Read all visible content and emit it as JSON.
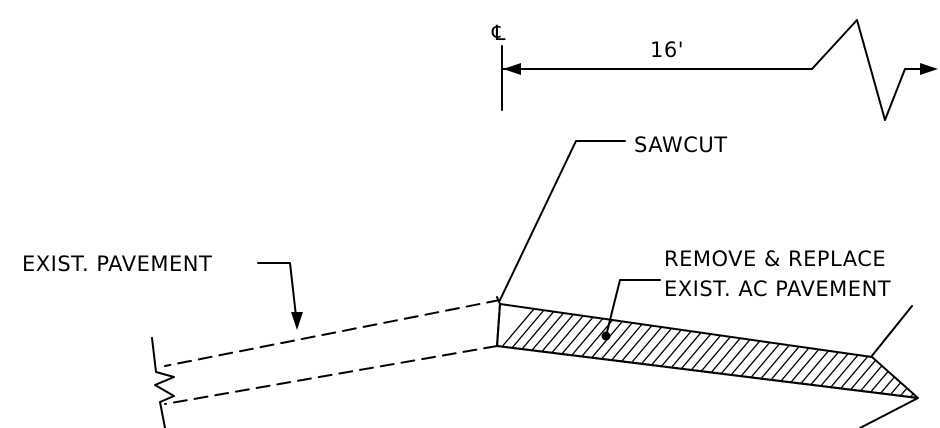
{
  "centerline_symbol": "℄",
  "dimension": {
    "value": "16'"
  },
  "labels": {
    "sawcut": "SAWCUT",
    "existing_pavement": "EXIST. PAVEMENT",
    "remove_replace_line1": "REMOVE & REPLACE",
    "remove_replace_line2": "EXIST. AC PAVEMENT"
  },
  "colors": {
    "ink": "#000000",
    "background": "#ffffff"
  }
}
